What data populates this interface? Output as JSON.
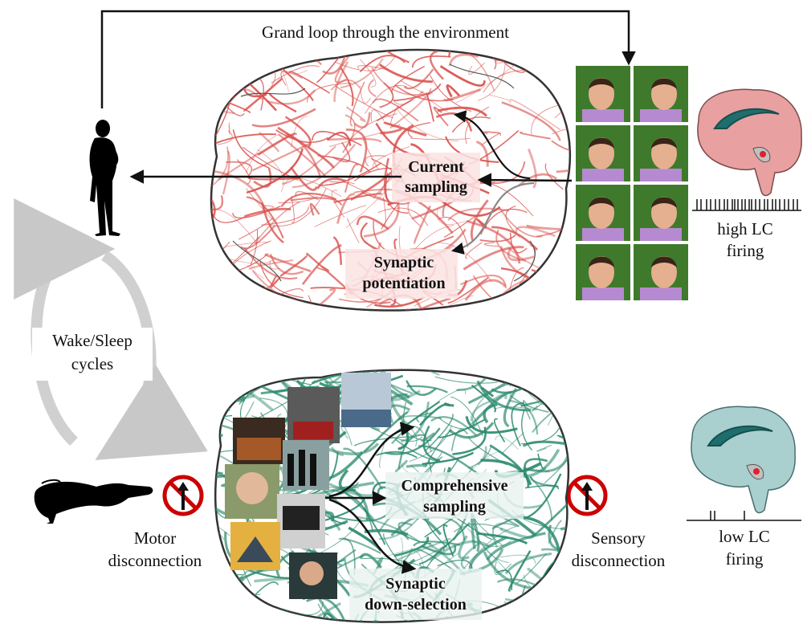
{
  "loop": {
    "label": "Grand loop through the environment"
  },
  "wake_sleep": {
    "label_line1": "Wake/Sleep",
    "label_line2": "cycles"
  },
  "wake": {
    "current_sampling_line1": "Current",
    "current_sampling_line2": "sampling",
    "synaptic_potentiation_line1": "Synaptic",
    "synaptic_potentiation_line2": "potentiation",
    "lc_label_line1": "high LC",
    "lc_label_line2": "firing",
    "network_color": "#d9534f",
    "brain_tint": "#e8a0a0"
  },
  "sleep": {
    "comprehensive_sampling_line1": "Comprehensive",
    "comprehensive_sampling_line2": "sampling",
    "synaptic_downselection_line1": "Synaptic",
    "synaptic_downselection_line2": "down-selection",
    "motor_label_line1": "Motor",
    "motor_label_line2": "disconnection",
    "sensory_label_line1": "Sensory",
    "sensory_label_line2": "disconnection",
    "lc_label_line1": "low LC",
    "lc_label_line2": "firing",
    "network_color": "#2e8b6f",
    "brain_tint": "#a9cfcf"
  },
  "icons": {
    "standing_person": "standing-woman-silhouette-icon",
    "sleeping_person": "sleeping-woman-silhouette-icon",
    "no_entry": "no-upward-arrow-sign-icon"
  }
}
